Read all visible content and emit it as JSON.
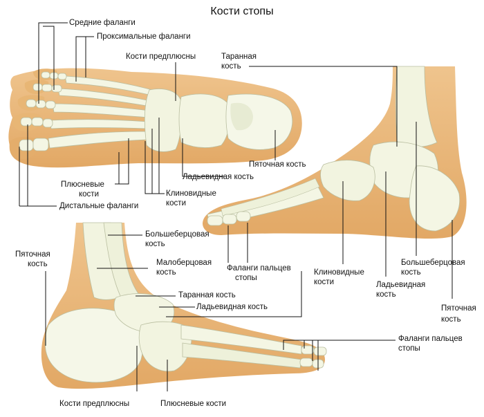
{
  "title": "Кости стопы",
  "colors": {
    "skin": "#e9b57a",
    "skin_dark": "#d9a160",
    "bone": "#f4f6e4",
    "bone_shade": "#dfe3c8",
    "line": "#111111"
  },
  "top_view": {
    "middle_phalanges": "Средние фаланги",
    "proximal_phalanges": "Проксимальные фаланги",
    "tarsal_bones": "Кости предплюсны",
    "talus_line1": "Таранная",
    "talus_line2": "кость",
    "calcaneus": "Пяточная кость",
    "navicular": "Ладьевидная кость",
    "metatarsals_line1": "Плюсневые",
    "metatarsals_line2": "кости",
    "cuneiform_line1": "Клиновидные",
    "cuneiform_line2": "кости",
    "distal_phalanges": "Дистальные фаланги"
  },
  "medial_view": {
    "toe_phalanges_line1": "Фаланги пальцев",
    "toe_phalanges_line2": "стопы",
    "cuneiform_line1": "Клиновидные",
    "cuneiform_line2": "кости",
    "navicular_line1": "Ладьевидная",
    "navicular_line2": "кость",
    "tibia_line1": "Большеберцовая",
    "tibia_line2": "кость",
    "calcaneus_line1": "Пяточная",
    "calcaneus_line2": "кость"
  },
  "lateral_view": {
    "tibia_line1": "Большеберцовая",
    "tibia_line2": "кость",
    "fibula_line1": "Малоберцовая",
    "fibula_line2": "кость",
    "talus": "Таранная кость",
    "navicular": "Ладьевидная кость",
    "calcaneus_line1": "Пяточная",
    "calcaneus_line2": "кость",
    "toe_phalanges_line1": "Фаланги пальцев",
    "toe_phalanges_line2": "стопы",
    "tarsal_bones": "Кости предплюсны",
    "metatarsals": "Плюсневые кости"
  }
}
